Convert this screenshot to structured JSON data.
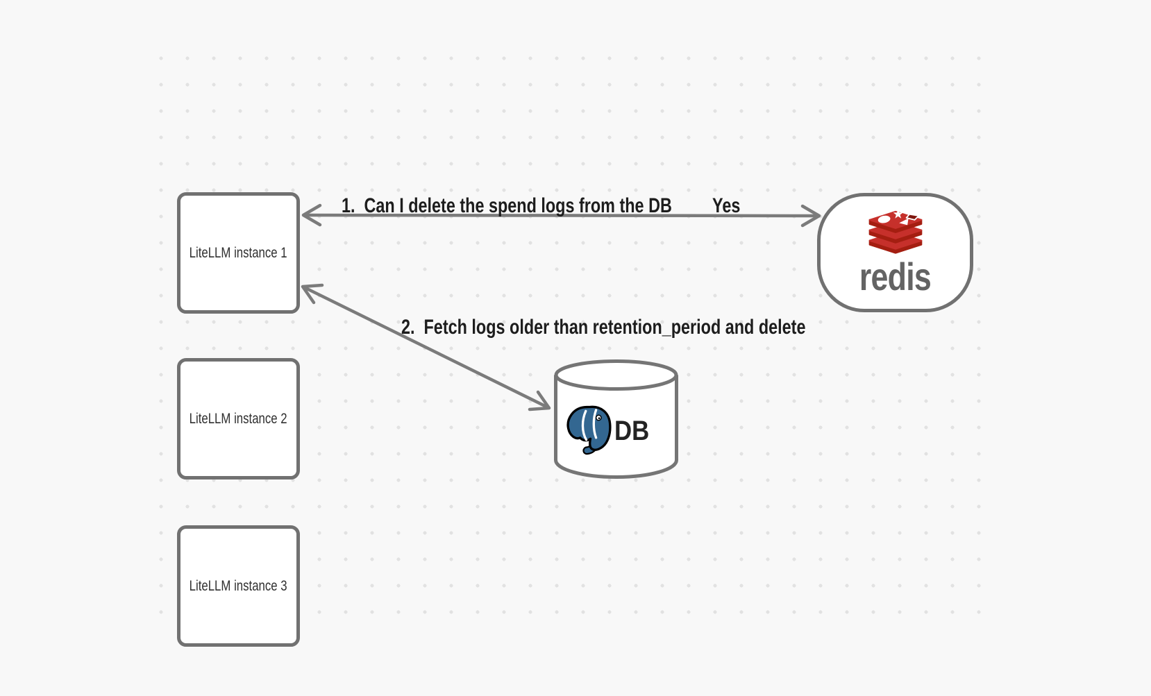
{
  "diagram": {
    "instances": [
      {
        "label": "LiteLLM instance 1"
      },
      {
        "label": "LiteLLM instance 2"
      },
      {
        "label": "LiteLLM instance 3"
      }
    ],
    "redis": {
      "wordmark": "redis"
    },
    "db": {
      "label": "DB"
    },
    "flows": {
      "q1": {
        "text": "1.  Can I delete the spend logs from the DB",
        "answer": "Yes"
      },
      "q2": {
        "text": "2.  Fetch logs older than retention_period and delete"
      }
    }
  },
  "icons": {
    "redis_logo": "redis-stacked-cubes-logo",
    "postgres_logo": "postgresql-elephant-logo",
    "db_shape": "database-cylinder"
  },
  "colors": {
    "background": "#f8f8f8",
    "grid_dot": "#e2e2e2",
    "shape_stroke": "#717171",
    "arrow_stroke": "#7b7b7b",
    "label_text": "#1d1d1d",
    "node_text": "#2f2f2f",
    "redis_red": "#C6302B",
    "redis_dark_red": "#A41E11",
    "redis_wordmark_gray": "#636363",
    "postgres_blue": "#336791"
  }
}
